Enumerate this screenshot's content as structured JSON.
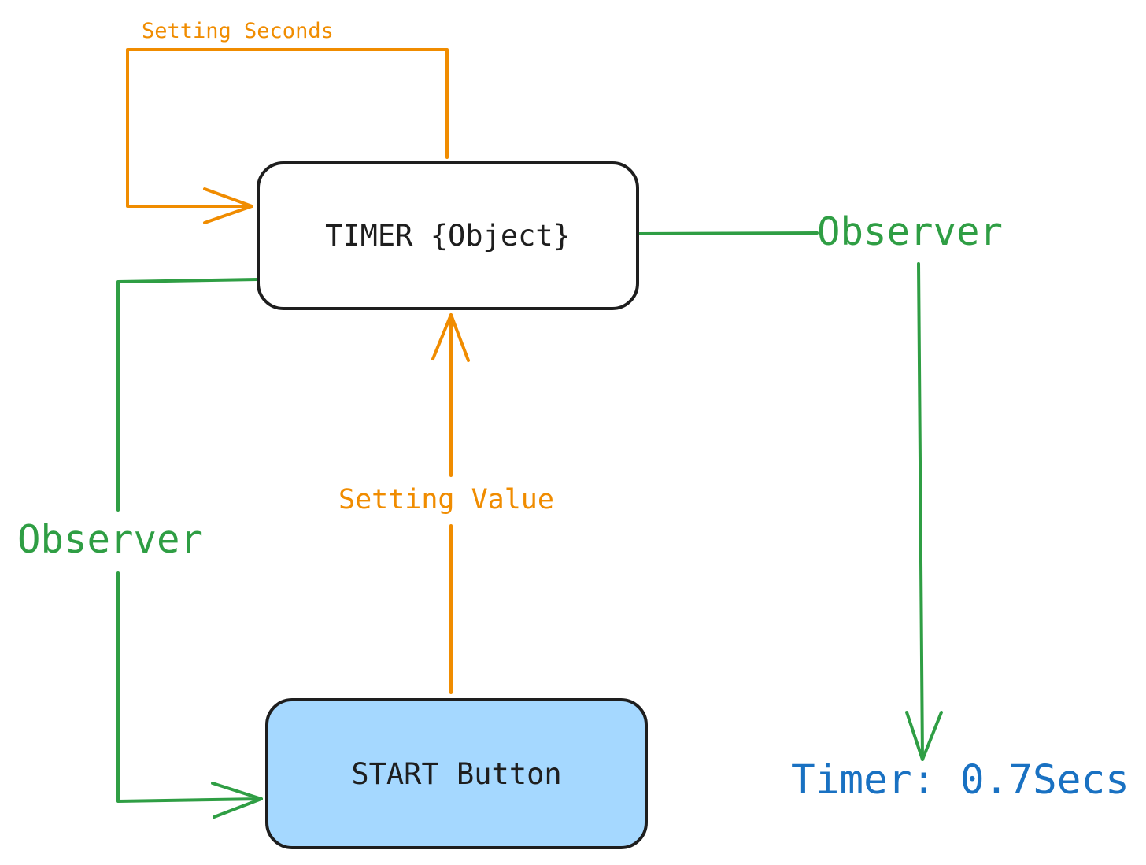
{
  "colors": {
    "stroke": "#1e1e1e",
    "orange": "#f08c00",
    "green": "#2f9e44",
    "blue": "#1971c2",
    "button_fill": "#a5d8ff",
    "background": "#ffffff"
  },
  "nodes": {
    "timer_object": "TIMER {Object}",
    "start_button": "START Button"
  },
  "edges": {
    "setting_seconds": "Setting Seconds",
    "setting_value": "Setting Value",
    "observer_right": "Observer",
    "observer_left": "Observer"
  },
  "output": {
    "timer_readout": "Timer: 0.7Secs"
  }
}
